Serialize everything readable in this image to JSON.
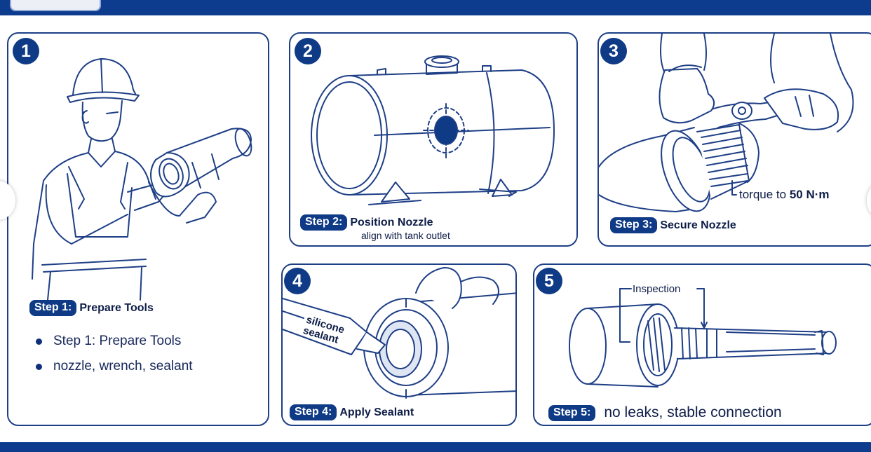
{
  "steps": [
    {
      "number": "1",
      "badge": "Step 1:",
      "title": "Prepare Tools",
      "bullets": [
        "Step 1: Prepare Tools",
        "nozzle, wrench, sealant"
      ]
    },
    {
      "number": "2",
      "badge": "Step 2:",
      "title": "Position Nozzle",
      "subtitle": "align with tank outlet"
    },
    {
      "number": "3",
      "badge": "Step 3:",
      "title": "Secure Nozzle",
      "note_prefix": "torque to ",
      "note_value": "50 N·m"
    },
    {
      "number": "4",
      "badge": "Step 4:",
      "title": "Apply Sealant",
      "tube_label": "silicone sealant"
    },
    {
      "number": "5",
      "badge": "Step 5:",
      "title": "no leaks, stable connection",
      "callout": "Inspection"
    }
  ],
  "colors": {
    "accent": "#0f3a86",
    "banner": "#0d3b8e",
    "line": "#1e3f86"
  },
  "icons": [
    "chevron-left-icon",
    "chevron-right-icon"
  ]
}
